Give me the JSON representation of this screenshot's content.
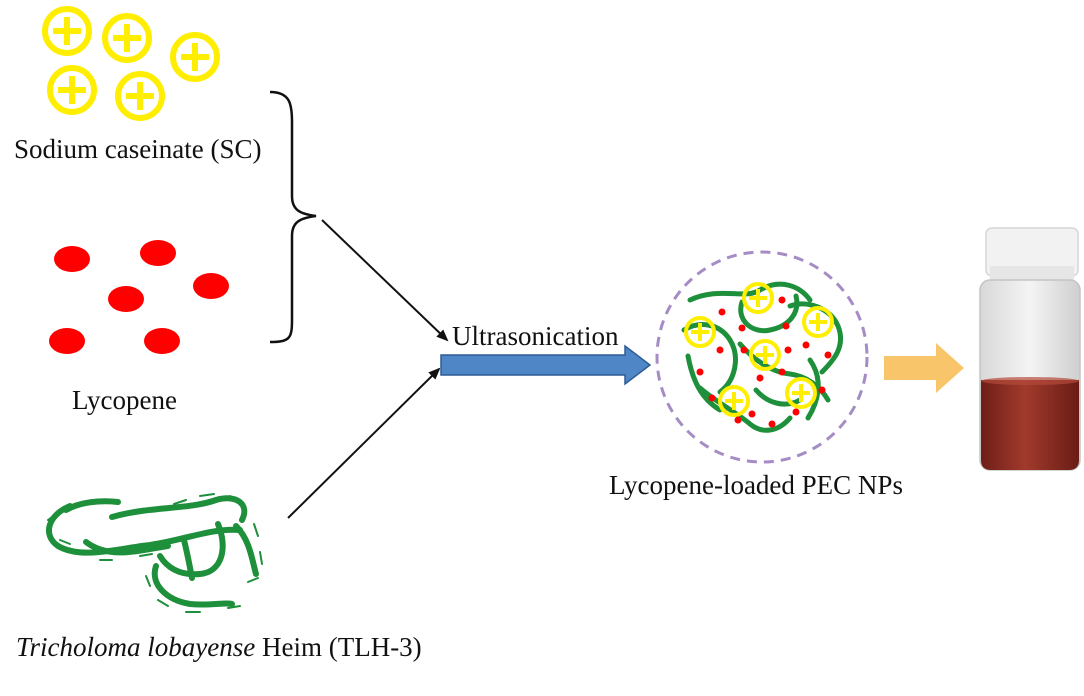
{
  "labels": {
    "sodium_caseinate": "Sodium caseinate (SC)",
    "lycopene": "Lycopene",
    "ultrasonication": "Ultrasonication",
    "nanoparticles": "Lycopene-loaded PEC NPs",
    "tlh_italic": "Tricholoma lobayense",
    "tlh_rest": " Heim (TLH-3)"
  },
  "symbols": {
    "plus_sign": "+"
  },
  "colors": {
    "casein_yellow": "#ffee00",
    "lycopene_red": "#ff0000",
    "polysaccharide_green": "#1e8f3a",
    "process_arrow_blue": "#4f86c6",
    "result_arrow_orange": "#f9c56a",
    "np_boundary_purple": "#a58cc4",
    "vial_liquid": "#8e2d22"
  },
  "icons": {
    "casein_particle": "yellow-plus-circle-icon",
    "lycopene_particle": "red-dot-icon",
    "polysaccharide_chain": "green-squiggle-icon",
    "product_vial": "sample-vial-icon"
  }
}
